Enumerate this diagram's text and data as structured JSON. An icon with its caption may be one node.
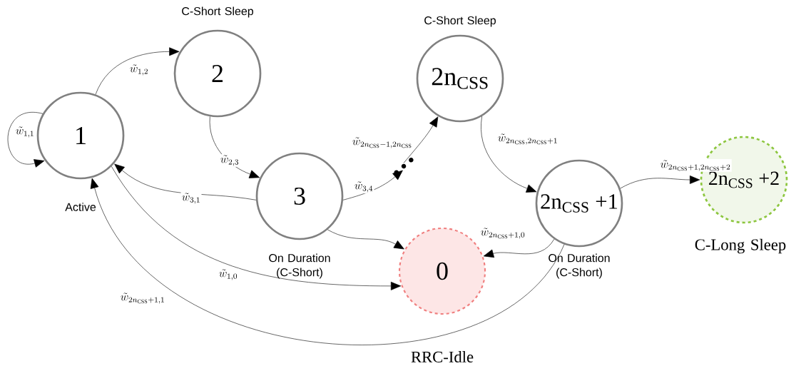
{
  "diagram": {
    "nodes": [
      {
        "text": [
          "1"
        ],
        "beside": [
          "Active"
        ]
      },
      {
        "text": [
          "2"
        ],
        "beside": [
          "C-Short Sleep"
        ]
      },
      {
        "text": [
          "3"
        ],
        "beside": [
          "On Duration (C-Short)"
        ]
      },
      {
        "text": [
          "…"
        ]
      },
      {
        "text": [
          "2n$_{CSS}$"
        ],
        "beside": [
          "C-Short Sleep"
        ]
      },
      {
        "text": [
          "2n$_{CSS}$ +1"
        ],
        "beside": [
          "On Duration (C-Short)"
        ]
      },
      {
        "text": [
          "2n$_{CSS}$ +2"
        ],
        "beside": [
          "C-Long Sleep"
        ]
      },
      {
        "text": [
          "0"
        ],
        "beside": [
          "RRC-Idle"
        ]
      }
    ],
    "edges": [
      {
        "from": 0,
        "to": 0,
        "arrow": "to",
        "label": "\\tilde{w}_{1,1}"
      },
      {
        "from": 0,
        "to": 1,
        "arrow": "to",
        "label": "\\tilde{w}_{1,2}"
      },
      {
        "from": 1,
        "to": 2,
        "arrow": "to",
        "label": "\\tilde{w}_{2,3}"
      },
      {
        "from": 2,
        "to": 0,
        "arrow": "to",
        "label": "\\tilde{w}_{3,1}"
      },
      {
        "from": 2,
        "to": 3,
        "arrow": "to",
        "label": "\\tilde{w}_{3,4}"
      },
      {
        "from": 3,
        "to": 4,
        "arrow": "to",
        "label": "\\tilde{w}_{2n_{\\mathrm{CSS}}-1,2n_{\\mathrm{CSS}}}"
      },
      {
        "from": 4,
        "to": 5,
        "arrow": "to",
        "label": "\\tilde{w}_{2n_{\\mathrm{CSS}},2n_{\\mathrm{CSS}}+1}"
      },
      {
        "from": 5,
        "to": 6,
        "arrow": "to",
        "label": "\\tilde{w}_{2n_{\\mathrm{CSS}}+1,2n_{\\mathrm{CSS}}+2}"
      },
      {
        "from": 5,
        "to": 7,
        "arrow": "to",
        "label": "\\tilde{w}_{2n_{\\mathrm{CSS}}+1,0}"
      },
      {
        "from": 2,
        "to": 7,
        "arrow": "to"
      },
      {
        "from": 0,
        "to": 7,
        "arrow": "to",
        "label": "\\tilde{w}_{1,0}"
      },
      {
        "from": 5,
        "to": 0,
        "arrow": "to",
        "label": "\\tilde{w}_{2n_{\\mathrm{CSS}}+1,1}"
      }
    ]
  }
}
